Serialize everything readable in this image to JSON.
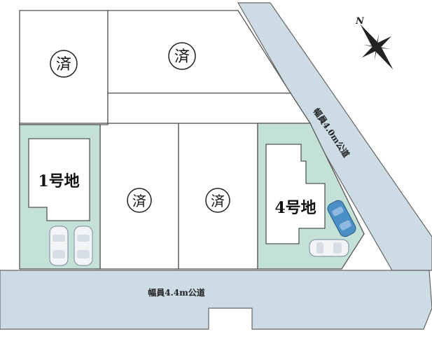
{
  "colors": {
    "road": "#ccdbe4",
    "available": "#c4e1d8",
    "sold_lot": "#ffffff",
    "outline": "#555555",
    "house": "#ffffff",
    "car_white": "#f2f4f6",
    "car_blue": "#4b8fc7",
    "compass": "#222222"
  },
  "compass": {
    "north_label": "N"
  },
  "roads": {
    "south": {
      "label": "幅員4.4m公道"
    },
    "east": {
      "label": "幅員4.0m公道"
    }
  },
  "lots": {
    "lot1": {
      "label": "1号地",
      "status": "available"
    },
    "lot4": {
      "label": "4号地",
      "status": "available"
    },
    "sold": [
      {
        "id": "north-left",
        "mark": "済"
      },
      {
        "id": "north-right",
        "mark": "済"
      },
      {
        "id": "middle-left",
        "mark": "済"
      },
      {
        "id": "middle-right",
        "mark": "済"
      }
    ]
  }
}
